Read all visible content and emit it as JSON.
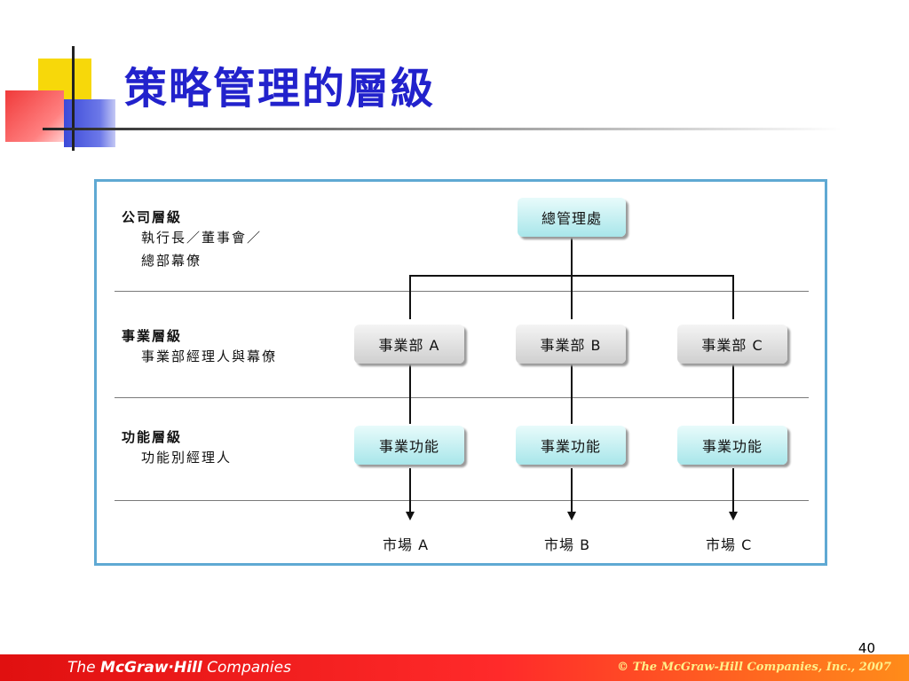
{
  "title": "策略管理的層級",
  "levels": [
    {
      "title": "公司層級",
      "desc": "執行長／董事會／\n總部幕僚"
    },
    {
      "title": "事業層級",
      "desc": "事業部經理人與幕僚"
    },
    {
      "title": "功能層級",
      "desc": "功能別經理人"
    }
  ],
  "headquarters": "總管理處",
  "divisions": [
    "事業部 A",
    "事業部 B",
    "事業部 C"
  ],
  "functions": [
    "事業功能",
    "事業功能",
    "事業功能"
  ],
  "markets": [
    "市場 A",
    "市場 B",
    "市場 C"
  ],
  "page_number": "40",
  "footer": {
    "logo_prefix": "The ",
    "logo_brand": "McGraw·Hill",
    "logo_suffix": " Companies",
    "copyright": "© The McGraw-Hill Companies, Inc., 2007"
  },
  "colors": {
    "title": "#2222cc",
    "frame": "#5fa9d3",
    "footer_start": "#e01010",
    "footer_end": "#ff8c1a"
  }
}
